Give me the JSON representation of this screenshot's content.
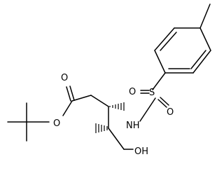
{
  "labels": {
    "ester_oxygen": "O",
    "carbonyl_oxygen": "O",
    "amine": "NH",
    "sulfur": "S",
    "sulfonyl_oxygen_left": "O",
    "sulfonyl_oxygen_right": "O",
    "hydroxyl": "OH"
  }
}
